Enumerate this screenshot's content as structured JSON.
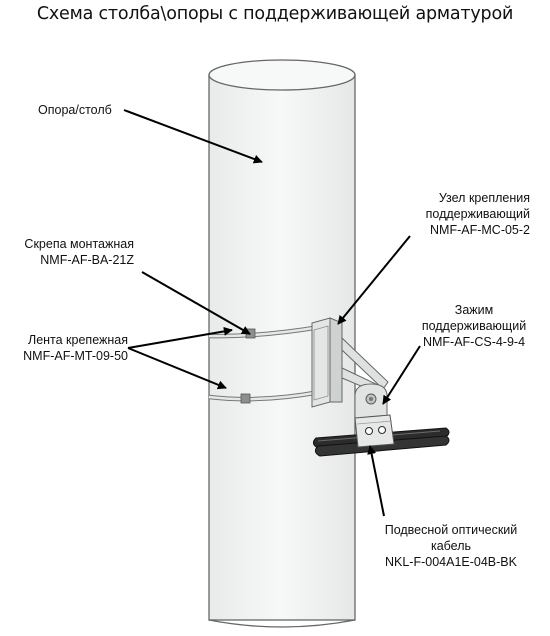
{
  "title": "Схема столба\\опоры с поддерживающей арматурой",
  "labels": {
    "pole": "Опора/столб",
    "clip": {
      "line1": "Скрепа монтажная",
      "line2": "NMF-AF-BA-21Z"
    },
    "tape": {
      "line1": "Лента крепежная",
      "line2": "NMF-AF-MT-09-50"
    },
    "bracket": {
      "line1": "Узел крепления",
      "line2": "поддерживающий",
      "line3": "NMF-AF-MC-05-2"
    },
    "clamp": {
      "line1": "Зажим",
      "line2": "поддерживающий",
      "line3": "NMF-AF-CS-4-9-4"
    },
    "cable": {
      "line1": "Подвесной оптический",
      "line2": "кабель",
      "line3": "NKL-F-004A1E-04B-BK"
    }
  },
  "colors": {
    "pole_fill": "#f3f4f4",
    "outline": "#666666",
    "metal": "#e2e4e4",
    "cable": "#2e2e2e",
    "arrow": "#000000"
  }
}
